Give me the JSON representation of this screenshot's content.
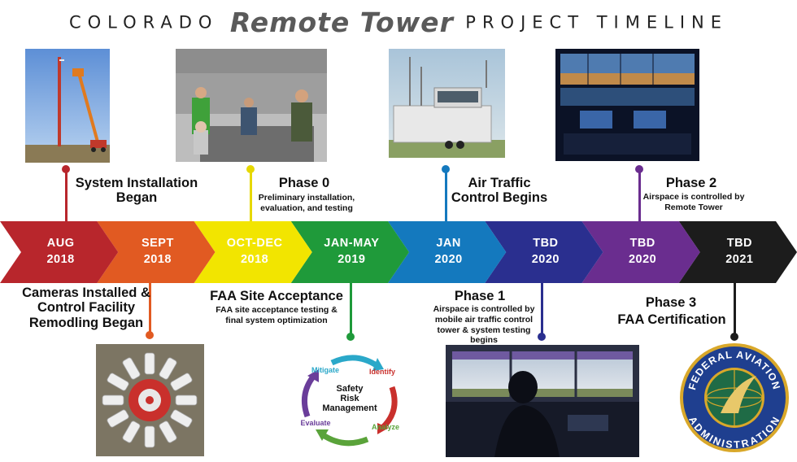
{
  "title": {
    "left": "COLORADO",
    "brand": "Remote Tower",
    "right": "PROJECT TIMELINE"
  },
  "milestones": [
    {
      "date": "AUG",
      "year": "2018",
      "color": "#b8262c",
      "text": "#ffffff"
    },
    {
      "date": "SEPT",
      "year": "2018",
      "color": "#e15a22",
      "text": "#ffffff"
    },
    {
      "date": "OCT-DEC",
      "year": "2018",
      "color": "#f2e500",
      "text": "#ffffff"
    },
    {
      "date": "JAN-MAY",
      "year": "2019",
      "color": "#1f9a3a",
      "text": "#ffffff"
    },
    {
      "date": "JAN",
      "year": "2020",
      "color": "#1479be",
      "text": "#ffffff"
    },
    {
      "date": "TBD",
      "year": "2020",
      "color": "#2a2f8f",
      "text": "#ffffff"
    },
    {
      "date": "TBD",
      "year": "2020",
      "color": "#6a2d8f",
      "text": "#ffffff"
    },
    {
      "date": "TBD",
      "year": "2021",
      "color": "#1c1c1c",
      "text": "#ffffff"
    }
  ],
  "events": {
    "system_installation": "System Installation Began",
    "phase0_title": "Phase 0",
    "phase0_desc": "Preliminary installation, evaluation, and testing",
    "air_traffic": "Air Traffic Control Begins",
    "phase2_title": "Phase 2",
    "phase2_desc": "Airspace is controlled by Remote Tower",
    "cameras": "Cameras Installed & Control Facility Remodling Began",
    "faa_site_title": "FAA Site Acceptance",
    "faa_site_desc": "FAA site acceptance testing & final system optimization",
    "phase1_title": "Phase 1",
    "phase1_desc": "Airspace is controlled by mobile air traffic control tower & system testing begins",
    "phase3_title": "Phase 3",
    "phase3_desc": "FAA Certification"
  },
  "srm": {
    "center1": "Safety",
    "center2": "Risk",
    "center3": "Management",
    "mitigate": "Mitigate",
    "identify": "Identify",
    "analyze": "Analyze",
    "evaluate": "Evaluate"
  },
  "faa_seal": {
    "top": "FEDERAL AVIATION",
    "bottom": "ADMINISTRATION"
  }
}
